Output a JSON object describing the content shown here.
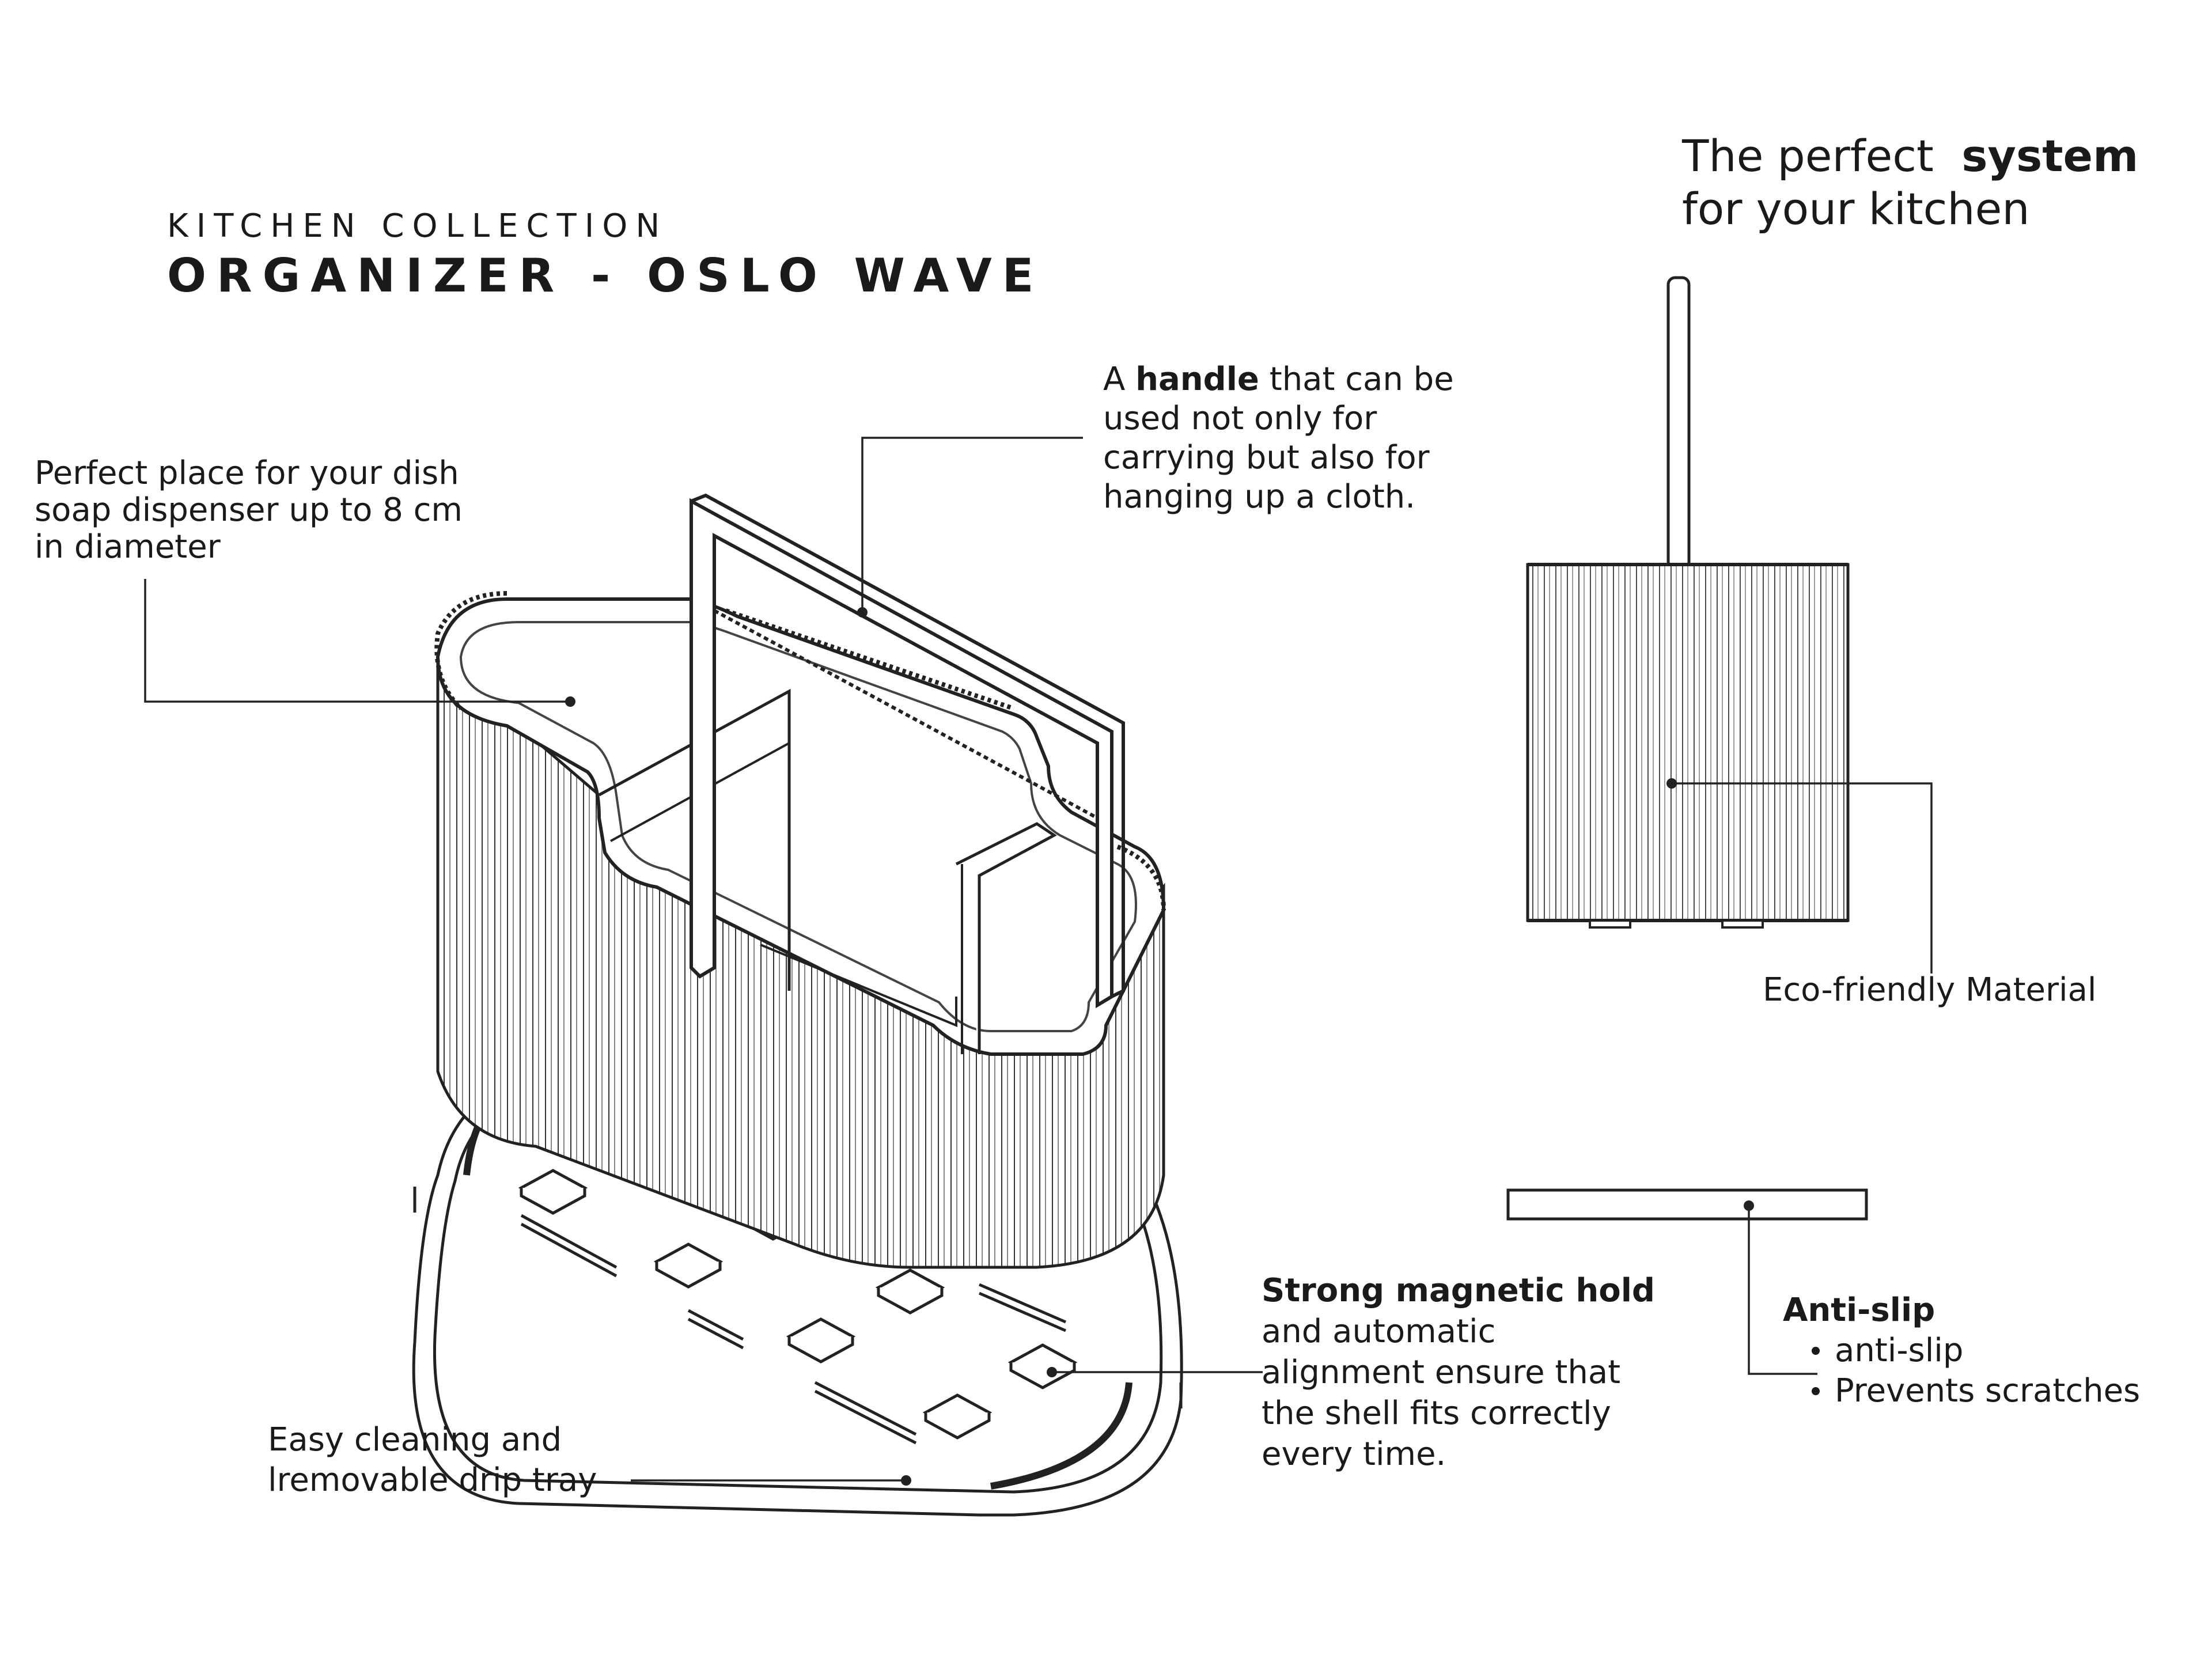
{
  "header": {
    "eyebrow": "KITCHEN COLLECTION",
    "title": "ORGANIZER - OSLO WAVE"
  },
  "tagline": {
    "prefix": "The perfect",
    "emphasis": "system",
    "line2": "for your kitchen"
  },
  "callouts": {
    "soap": {
      "lines": [
        "Perfect place for your dish",
        "soap dispenser up to 8 cm",
        "in diameter"
      ]
    },
    "handle": {
      "prefix": "A",
      "emphasis": "handle",
      "line1_rest": "that can be",
      "lines": [
        "used not only for",
        "carrying but also for",
        "hanging up a cloth."
      ]
    },
    "material": {
      "text": "Eco-friendly Material"
    },
    "magnetic": {
      "emphasis": "Strong magnetic hold",
      "lines": [
        "and automatic",
        "alignment ensure that",
        "the shell fits correctly",
        "every time."
      ]
    },
    "antislip": {
      "title": "Anti-slip",
      "bullets": [
        "anti-slip",
        "Prevents scratches"
      ]
    },
    "drip": {
      "lines": [
        "Easy cleaning and",
        "lremovable drip tray"
      ]
    }
  }
}
